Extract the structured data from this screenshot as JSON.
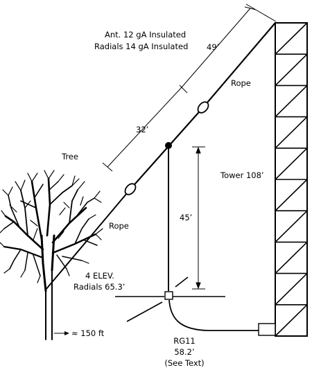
{
  "labels": {
    "antenna_wire": "Ant. 12 gA Insulated",
    "radial_wire": "Radials 14 gA Insulated",
    "upper_length": "49’",
    "middle_length": "32’",
    "vertical_length": "45’",
    "rope_top": "Rope",
    "rope_bottom": "Rope",
    "tree": "Tree",
    "tower": "Tower 108’",
    "radials_line1": "4 ELEV.",
    "radials_line2": "Radials 65.3’",
    "distance": "≈ 150 ft",
    "coax_line1": "RG11",
    "coax_line2": "58.2’",
    "coax_line3": "(See Text)"
  }
}
